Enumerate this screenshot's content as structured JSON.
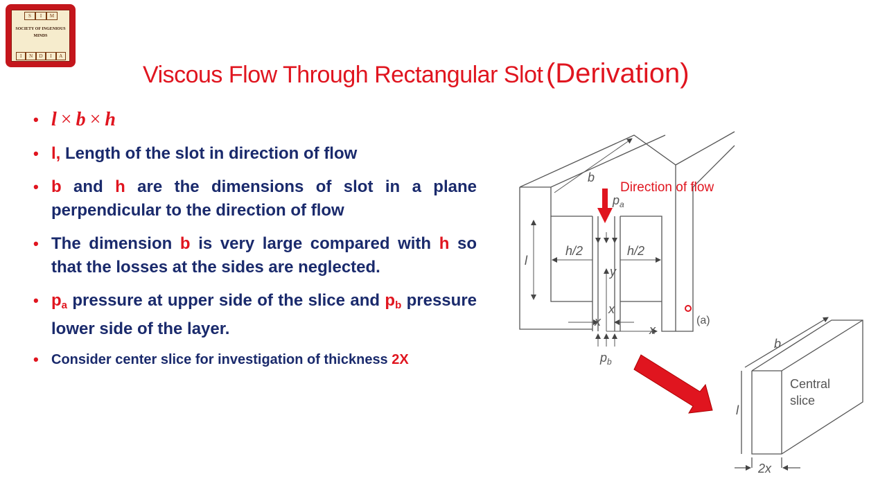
{
  "logo": {
    "letters_top": [
      "S",
      "I",
      "M"
    ],
    "name": "SOCIETY OF INGENIOUS MINDS",
    "letters_bottom": [
      "I",
      "N",
      "D",
      "I",
      "A"
    ]
  },
  "title": {
    "main": "Viscous Flow Through Rectangular Slot",
    "suffix": "(Derivation)"
  },
  "bullets": {
    "b1": {
      "l": "l",
      "times1": "×",
      "b": "b",
      "times2": "×",
      "h": "h"
    },
    "b2": {
      "key": "l,",
      "text": " Length of the slot in direction of flow"
    },
    "b3": {
      "key1": "b",
      "and": " and ",
      "key2": "h",
      "text": " are the dimensions of slot in a plane perpendicular to the direction of flow"
    },
    "b4": {
      "pre": "The dimension ",
      "key1": "b",
      "mid": " is very large compared with ",
      "key2": "h",
      "text": " so that the losses at the sides are neglected."
    },
    "b5": {
      "pa": "p",
      "pa_sub": "a",
      "mid": " pressure at upper side of the slice and ",
      "pb": "p",
      "pb_sub": "b",
      "text": " pressure  lower side of the layer."
    },
    "b6": {
      "text": "Consider center slice  for investigation of thickness ",
      "key": "2X"
    }
  },
  "diagram": {
    "direction_label": "Direction of flow",
    "labels": {
      "b": "b",
      "pa": "p",
      "pa_sub": "a",
      "h_half_left": "h/2",
      "h_half_right": "h/2",
      "l": "l",
      "y": "y",
      "x_top": "x",
      "x_left": "x",
      "x_axis": "x",
      "pb": "p",
      "pb_sub": "b",
      "fig": "(a)"
    },
    "slice": {
      "b": "b",
      "l": "l",
      "label1": "Central",
      "label2": "slice",
      "thickness": "2x"
    }
  }
}
